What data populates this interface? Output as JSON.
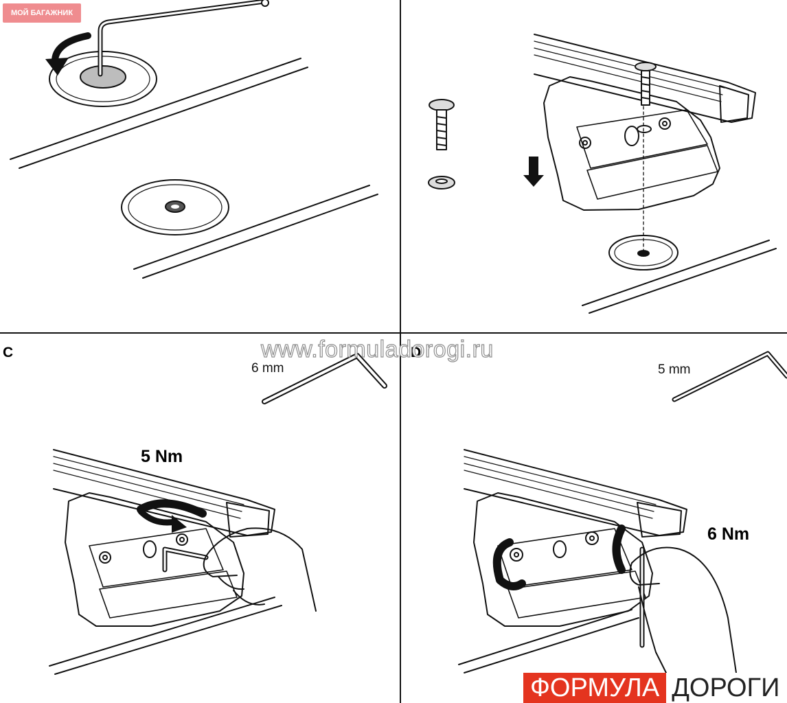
{
  "badge": {
    "text": "МОЙ БАГАЖНИК",
    "color": "#ef8c8f"
  },
  "watermark": {
    "text": "www.formuladorogi.ru"
  },
  "panels": [
    {
      "letter": ""
    },
    {
      "letter": ""
    },
    {
      "letter": "C",
      "tool_size": "6 mm",
      "torque": "5 Nm"
    },
    {
      "letter": "D",
      "tool_size": "5 mm",
      "torque": "6 Nm"
    }
  ],
  "logo": {
    "part1": "ФОРМУЛА",
    "part2": "ДОРОГИ",
    "accent": "#e4341f"
  }
}
